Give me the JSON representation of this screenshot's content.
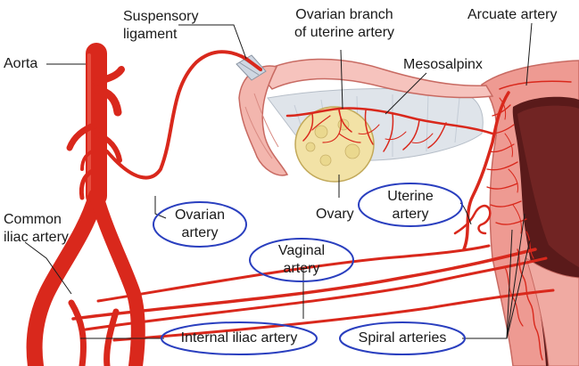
{
  "labels": {
    "aorta": "Aorta",
    "suspensory_1": "Suspensory",
    "suspensory_2": "ligament",
    "ovarian_branch_1": "Ovarian branch",
    "ovarian_branch_2": "of uterine artery",
    "arcuate": "Arcuate artery",
    "mesosalpinx": "Mesosalpinx",
    "common_iliac_1": "Common",
    "common_iliac_2": "iliac artery",
    "ovarian_artery_1": "Ovarian",
    "ovarian_artery_2": "artery",
    "ovary": "Ovary",
    "uterine_1": "Uterine",
    "uterine_2": "artery",
    "vaginal_1": "Vaginal",
    "vaginal_2": "artery",
    "internal_iliac": "Internal iliac artery",
    "spiral": "Spiral arteries"
  },
  "colors": {
    "artery": "#d9281c",
    "artery_dark": "#a8150d",
    "highlight_oval": "#2a3fbf",
    "ovary_fill": "#f2e2a6",
    "uterus_tissue": "#ee9a92",
    "tissue_light": "#f6c3bd",
    "mesosalpinx_fill": "#dfe4ea"
  }
}
